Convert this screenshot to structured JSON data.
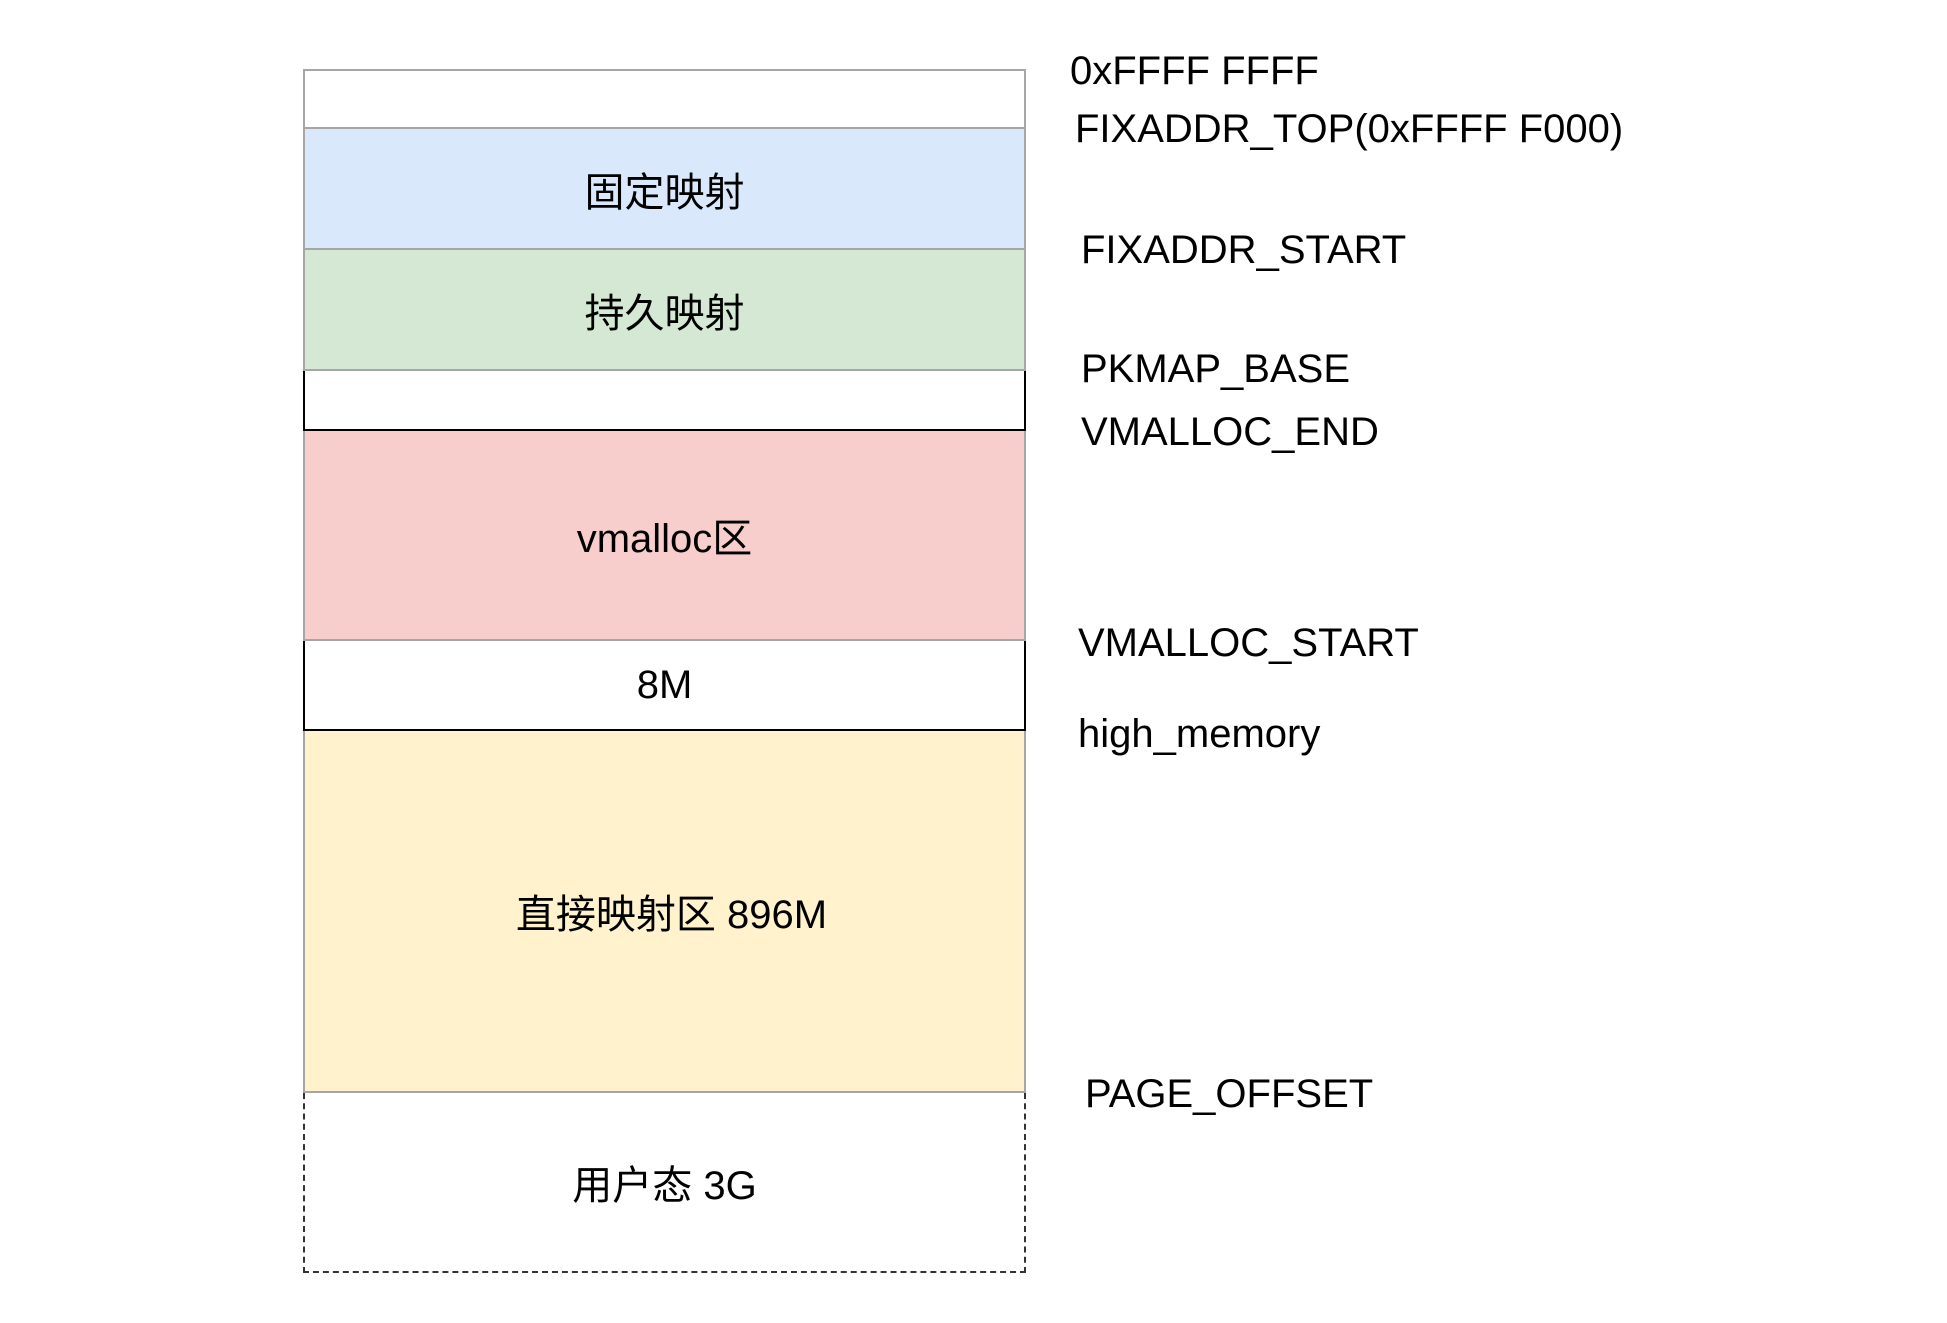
{
  "memory_layout": {
    "rows": [
      {
        "fill": "#ffffff"
      },
      {
        "label": "固定映射",
        "fill": "#dae8fc"
      },
      {
        "label": "持久映射",
        "fill": "#d5e8d4"
      },
      {
        "fill": "#ffffff"
      },
      {
        "label": "vmalloc区",
        "fill": "#f8cecc"
      },
      {
        "label": "8M",
        "fill": "#ffffff"
      },
      {
        "label": "直接映射区 896M",
        "fill": "#fff2cc"
      },
      {
        "label": "用户态 3G",
        "fill": "#ffffff"
      }
    ],
    "addresses": [
      "0xFFFF FFFF",
      "FIXADDR_TOP(0xFFFF F000)",
      "FIXADDR_START",
      "PKMAP_BASE",
      "VMALLOC_END",
      "VMALLOC_START",
      "high_memory",
      "PAGE_OFFSET"
    ]
  }
}
